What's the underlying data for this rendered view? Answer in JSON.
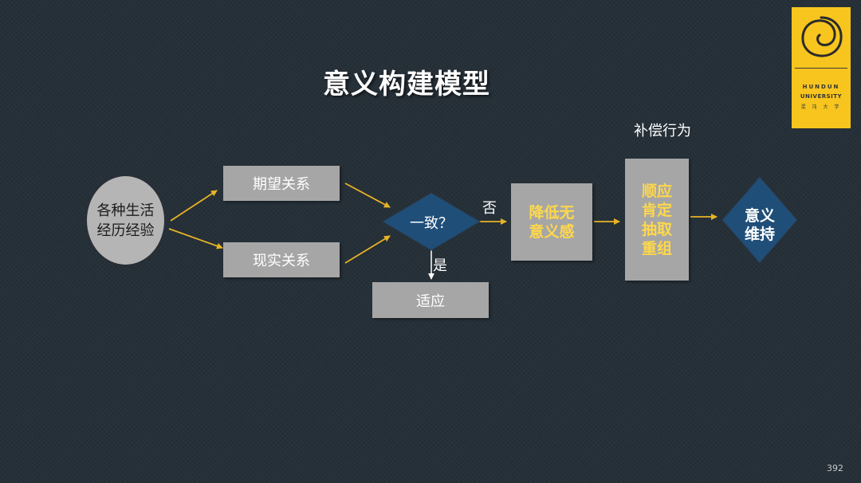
{
  "title": "意义构建模型",
  "logo": {
    "line1": "HUNDUN",
    "line2": "UNIVERSITY",
    "line3": "混 沌 大 学"
  },
  "nodes": {
    "start": [
      "各种生活",
      "经历经验"
    ],
    "expected": "期望关系",
    "reality": "现实关系",
    "decision": "一致？",
    "adapt": "适应",
    "reduce": [
      "降低无",
      "意义感"
    ],
    "compensate_title": "补偿行为",
    "compensate": [
      "顺应",
      "肯定",
      "抽取",
      "重组"
    ],
    "maintain": [
      "意义",
      "维持"
    ]
  },
  "edge_labels": {
    "no": "否",
    "yes": "是"
  },
  "colors": {
    "background": "#263038",
    "box": "#a6a6a6",
    "diamond": "#1f4e79",
    "arrow": "#e8b325",
    "highlight_text": "#ffd84a",
    "logo": "#f7c51e"
  },
  "page_number": "392"
}
